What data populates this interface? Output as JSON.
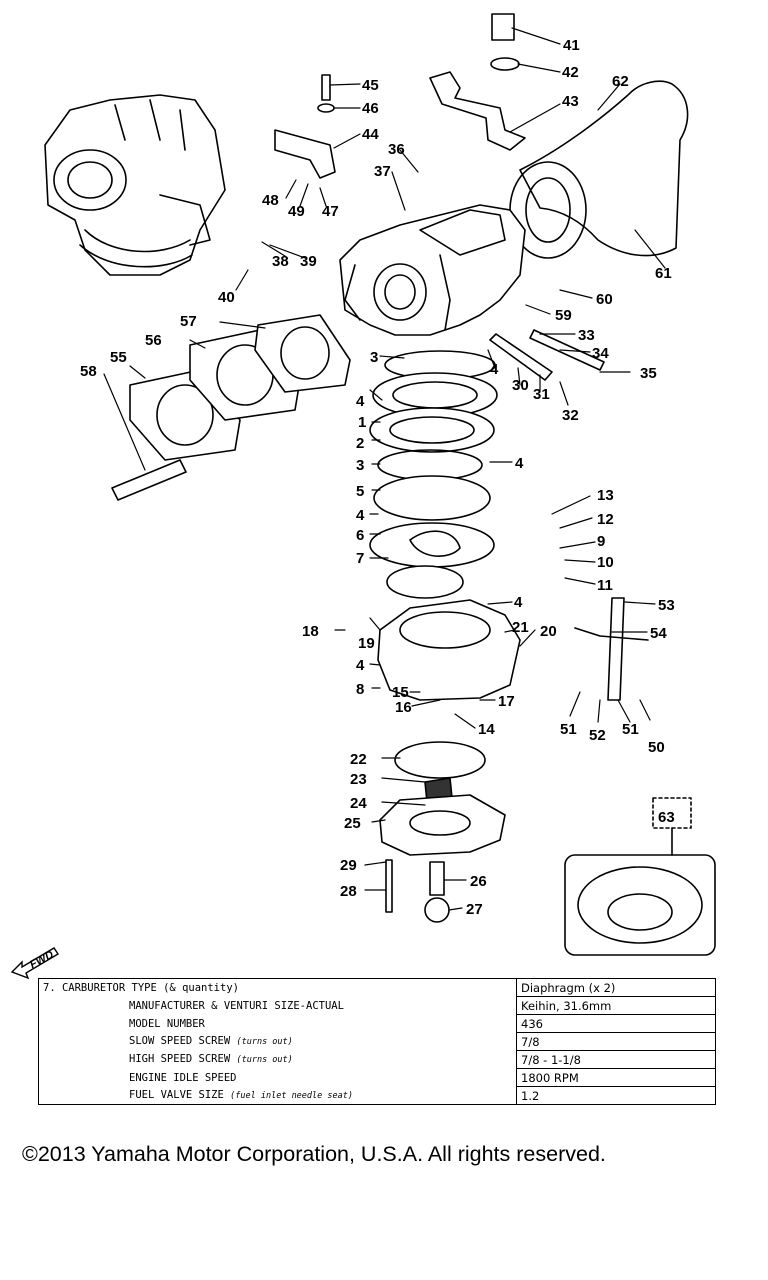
{
  "callouts": [
    {
      "id": "c41",
      "text": "41"
    },
    {
      "id": "c42",
      "text": "42"
    },
    {
      "id": "c62",
      "text": "62"
    },
    {
      "id": "c43",
      "text": "43"
    },
    {
      "id": "c45",
      "text": "45"
    },
    {
      "id": "c46",
      "text": "46"
    },
    {
      "id": "c44",
      "text": "44"
    },
    {
      "id": "c36",
      "text": "36"
    },
    {
      "id": "c37",
      "text": "37"
    },
    {
      "id": "c48",
      "text": "48"
    },
    {
      "id": "c49",
      "text": "49"
    },
    {
      "id": "c47",
      "text": "47"
    },
    {
      "id": "c61",
      "text": "61"
    },
    {
      "id": "c38",
      "text": "38"
    },
    {
      "id": "c39",
      "text": "39"
    },
    {
      "id": "c40",
      "text": "40"
    },
    {
      "id": "c60",
      "text": "60"
    },
    {
      "id": "c59",
      "text": "59"
    },
    {
      "id": "c57",
      "text": "57"
    },
    {
      "id": "c33",
      "text": "33"
    },
    {
      "id": "c56",
      "text": "56"
    },
    {
      "id": "c34",
      "text": "34"
    },
    {
      "id": "c3a",
      "text": "3"
    },
    {
      "id": "c4a",
      "text": "4"
    },
    {
      "id": "c55",
      "text": "55"
    },
    {
      "id": "c35",
      "text": "35"
    },
    {
      "id": "c58",
      "text": "58"
    },
    {
      "id": "c30",
      "text": "30"
    },
    {
      "id": "c31",
      "text": "31"
    },
    {
      "id": "c32",
      "text": "32"
    },
    {
      "id": "c4b",
      "text": "4"
    },
    {
      "id": "c1",
      "text": "1"
    },
    {
      "id": "c2",
      "text": "2"
    },
    {
      "id": "c3b",
      "text": "3"
    },
    {
      "id": "c4c",
      "text": "4"
    },
    {
      "id": "c5",
      "text": "5"
    },
    {
      "id": "c13",
      "text": "13"
    },
    {
      "id": "c4d",
      "text": "4"
    },
    {
      "id": "c12",
      "text": "12"
    },
    {
      "id": "c6",
      "text": "6"
    },
    {
      "id": "c9",
      "text": "9"
    },
    {
      "id": "c7",
      "text": "7"
    },
    {
      "id": "c10",
      "text": "10"
    },
    {
      "id": "c11",
      "text": "11"
    },
    {
      "id": "c53",
      "text": "53"
    },
    {
      "id": "c4e",
      "text": "4"
    },
    {
      "id": "c18",
      "text": "18"
    },
    {
      "id": "c19",
      "text": "19"
    },
    {
      "id": "c21",
      "text": "21"
    },
    {
      "id": "c20",
      "text": "20"
    },
    {
      "id": "c54",
      "text": "54"
    },
    {
      "id": "c4f",
      "text": "4"
    },
    {
      "id": "c8",
      "text": "8"
    },
    {
      "id": "c15",
      "text": "15"
    },
    {
      "id": "c17",
      "text": "17"
    },
    {
      "id": "c16",
      "text": "16"
    },
    {
      "id": "c14",
      "text": "14"
    },
    {
      "id": "c51a",
      "text": "51"
    },
    {
      "id": "c52",
      "text": "52"
    },
    {
      "id": "c51b",
      "text": "51"
    },
    {
      "id": "c50",
      "text": "50"
    },
    {
      "id": "c22",
      "text": "22"
    },
    {
      "id": "c63",
      "text": "63"
    },
    {
      "id": "c23",
      "text": "23"
    },
    {
      "id": "c24",
      "text": "24"
    },
    {
      "id": "c25",
      "text": "25"
    },
    {
      "id": "c29",
      "text": "29"
    },
    {
      "id": "c26",
      "text": "26"
    },
    {
      "id": "c28",
      "text": "28"
    },
    {
      "id": "c27",
      "text": "27"
    }
  ],
  "fwd_label": "FWD",
  "spec_table": {
    "rows": [
      {
        "label": "7.   CARBURETOR TYPE (& quantity)",
        "value": "Diaphragm (x 2)"
      },
      {
        "label": "MANUFACTURER & VENTURI SIZE-ACTUAL",
        "value": "Keihin, 31.6mm"
      },
      {
        "label": "MODEL NUMBER",
        "value": "436"
      },
      {
        "label": "SLOW SPEED SCREW",
        "note": "(turns out)",
        "value": "7/8"
      },
      {
        "label": "HIGH SPEED SCREW",
        "note": "(turns out)",
        "value": "7/8 - 1-1/8"
      },
      {
        "label": "ENGINE IDLE SPEED",
        "value": "1800 RPM"
      },
      {
        "label": "FUEL VALVE SIZE",
        "note": "(fuel inlet needle seat)",
        "value": "1.2"
      }
    ]
  },
  "copyright": "©2013 Yamaha Motor Corporation, U.S.A. All rights reserved."
}
